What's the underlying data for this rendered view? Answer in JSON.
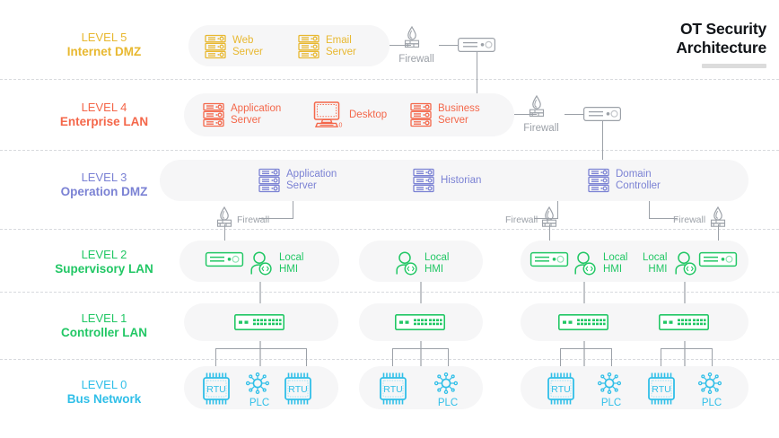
{
  "title": {
    "line1": "OT Security",
    "line2": "Architecture"
  },
  "colors": {
    "level5": "#e8b830",
    "level4": "#f4674a",
    "level3": "#7b82d4",
    "level2": "#22c765",
    "level1": "#22c765",
    "level0": "#30bfe8",
    "connector": "#9ca1a8",
    "pill": "#f6f6f7",
    "firewall": "#9ca1a8"
  },
  "levels": [
    {
      "id": "level-5",
      "number": "LEVEL 5",
      "name": "Internet DMZ",
      "color": "#e8b830",
      "nodes": [
        {
          "icon": "server-icon",
          "label": "Web\nServer"
        },
        {
          "icon": "server-icon",
          "label": "Email\nServer"
        }
      ]
    },
    {
      "id": "level-4",
      "number": "LEVEL 4",
      "name": "Enterprise LAN",
      "color": "#f4674a",
      "nodes": [
        {
          "icon": "server-icon",
          "label": "Application\nServer"
        },
        {
          "icon": "desktop-icon",
          "label": "Desktop"
        },
        {
          "icon": "server-icon",
          "label": "Business\nServer"
        }
      ]
    },
    {
      "id": "level-3",
      "number": "LEVEL 3",
      "name": "Operation DMZ",
      "color": "#7b82d4",
      "nodes": [
        {
          "icon": "server-icon",
          "label": "Application\nServer"
        },
        {
          "icon": "server-icon",
          "label": "Historian"
        },
        {
          "icon": "server-icon",
          "label": "Domain\nController"
        }
      ]
    },
    {
      "id": "level-2",
      "number": "LEVEL 2",
      "name": "Supervisory LAN",
      "color": "#22c765",
      "nodes": [
        {
          "icon": "router-icon",
          "label": ""
        },
        {
          "icon": "hmi-icon",
          "label": "Local\nHMI"
        }
      ]
    },
    {
      "id": "level-1",
      "number": "LEVEL 1",
      "name": "Controller LAN",
      "color": "#22c765",
      "nodes": [
        {
          "icon": "switch-icon",
          "label": ""
        }
      ]
    },
    {
      "id": "level-0",
      "number": "LEVEL 0",
      "name": "Bus Network",
      "color": "#30bfe8",
      "nodes": [
        {
          "icon": "rtu-chip-icon",
          "label": "RTU"
        },
        {
          "icon": "plc-node-icon",
          "label": "PLC"
        }
      ]
    }
  ],
  "firewalls": [
    {
      "id": "firewall-l5-l4",
      "label": "Firewall"
    },
    {
      "id": "firewall-l4-l3",
      "label": "Firewall"
    },
    {
      "id": "firewall-l3-l2-left",
      "label": "Firewall"
    },
    {
      "id": "firewall-l3-l2-mid",
      "label": "Firewall"
    },
    {
      "id": "firewall-l3-l2-right",
      "label": "Firewall"
    }
  ],
  "routers": [
    {
      "id": "router-l5",
      "icon": "router-icon"
    },
    {
      "id": "router-l4",
      "icon": "router-icon"
    }
  ],
  "zones": {
    "level5": [
      {
        "nodes": [
          "Web Server",
          "Email Server"
        ]
      }
    ],
    "level4": [
      {
        "nodes": [
          "Application Server",
          "Desktop",
          "Business Server"
        ]
      }
    ],
    "level3": [
      {
        "nodes": [
          "Application Server",
          "Historian",
          "Domain Controller"
        ]
      }
    ],
    "level2": [
      {
        "id": "zone-a",
        "nodes": [
          "router",
          "Local HMI"
        ]
      },
      {
        "id": "zone-b",
        "nodes": [
          "Local HMI"
        ]
      },
      {
        "id": "zone-c",
        "nodes": [
          "router",
          "Local HMI",
          "Local HMI",
          "router"
        ]
      }
    ],
    "level1": [
      {
        "id": "zone-a",
        "nodes": [
          "switch"
        ]
      },
      {
        "id": "zone-b",
        "nodes": [
          "switch"
        ]
      },
      {
        "id": "zone-c",
        "nodes": [
          "switch",
          "switch"
        ]
      }
    ],
    "level0": [
      {
        "id": "zone-a",
        "nodes": [
          "RTU",
          "PLC",
          "RTU"
        ]
      },
      {
        "id": "zone-b",
        "nodes": [
          "RTU",
          "PLC"
        ]
      },
      {
        "id": "zone-c",
        "nodes": [
          "RTU",
          "PLC",
          "RTU",
          "PLC"
        ]
      }
    ]
  },
  "labels": {
    "rtu": "RTU",
    "plc": "PLC",
    "local_hmi": "Local\nHMI",
    "firewall": "Firewall",
    "web_server": "Web\nServer",
    "email_server": "Email\nServer",
    "application_server": "Application\nServer",
    "desktop": "Desktop",
    "business_server": "Business\nServer",
    "historian": "Historian",
    "domain_controller": "Domain\nController"
  }
}
